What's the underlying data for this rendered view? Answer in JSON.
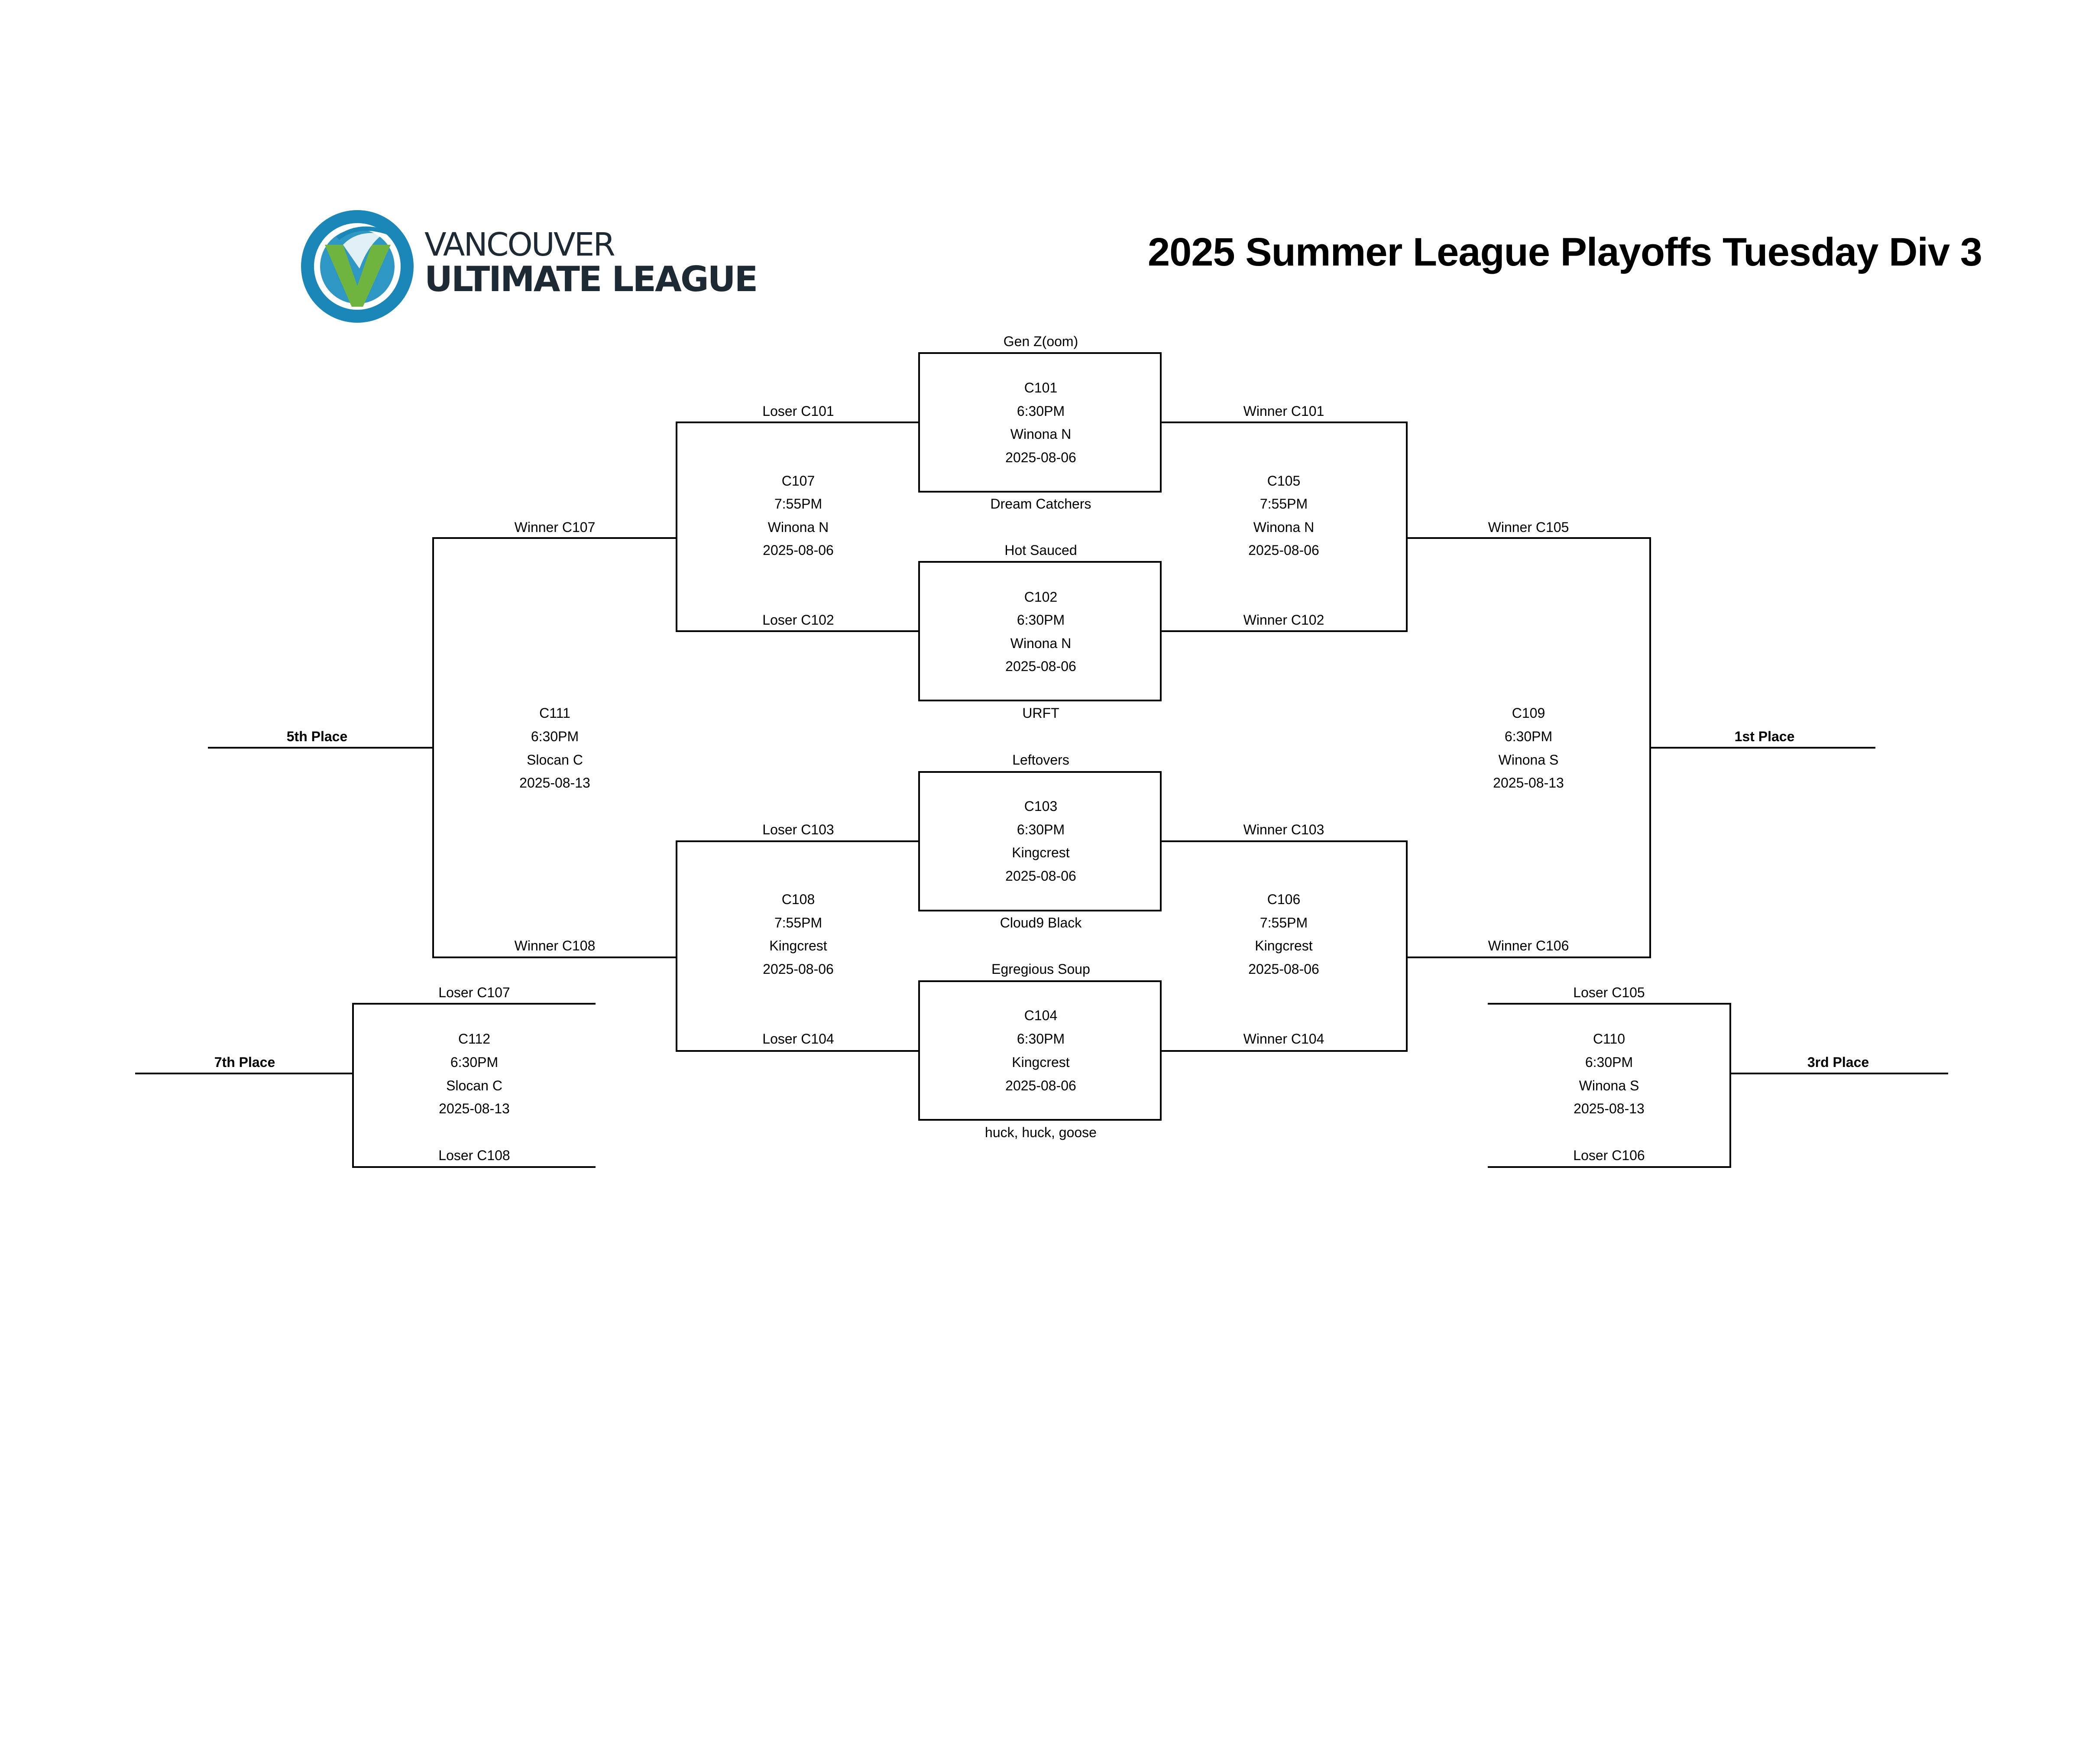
{
  "header": {
    "title": "2025 Summer League Playoffs Tuesday Div 3"
  },
  "logo": {
    "line1": "VANCOUVER",
    "line2": "ULTIMATE LEAGUE",
    "icon": "league-logo-icon",
    "colors": {
      "blue": "#1b87b8",
      "green": "#6fb43f",
      "dark": "#1d2a33"
    }
  },
  "games": {
    "C101": {
      "code": "C101",
      "time": "6:30PM",
      "field": "Winona N",
      "date": "2025-08-06"
    },
    "C102": {
      "code": "C102",
      "time": "6:30PM",
      "field": "Winona N",
      "date": "2025-08-06"
    },
    "C103": {
      "code": "C103",
      "time": "6:30PM",
      "field": "Kingcrest",
      "date": "2025-08-06"
    },
    "C104": {
      "code": "C104",
      "time": "6:30PM",
      "field": "Kingcrest",
      "date": "2025-08-06"
    },
    "C105": {
      "code": "C105",
      "time": "7:55PM",
      "field": "Winona N",
      "date": "2025-08-06"
    },
    "C106": {
      "code": "C106",
      "time": "7:55PM",
      "field": "Kingcrest",
      "date": "2025-08-06"
    },
    "C107": {
      "code": "C107",
      "time": "7:55PM",
      "field": "Winona N",
      "date": "2025-08-06"
    },
    "C108": {
      "code": "C108",
      "time": "7:55PM",
      "field": "Kingcrest",
      "date": "2025-08-06"
    },
    "C109": {
      "code": "C109",
      "time": "6:30PM",
      "field": "Winona S",
      "date": "2025-08-13"
    },
    "C110": {
      "code": "C110",
      "time": "6:30PM",
      "field": "Winona S",
      "date": "2025-08-13"
    },
    "C111": {
      "code": "C111",
      "time": "6:30PM",
      "field": "Slocan C",
      "date": "2025-08-13"
    },
    "C112": {
      "code": "C112",
      "time": "6:30PM",
      "field": "Slocan C",
      "date": "2025-08-13"
    }
  },
  "teams": {
    "c101_top": "Gen Z(oom)",
    "c101_bottom": "Dream Catchers",
    "c102_top": "Hot Sauced",
    "c102_bottom": "URFT",
    "c103_top": "Leftovers",
    "c103_bottom": "Cloud9 Black",
    "c104_top": "Egregious Soup",
    "c104_bottom": "huck, huck, goose"
  },
  "slots": {
    "loser_c101": "Loser C101",
    "loser_c102": "Loser C102",
    "loser_c103": "Loser C103",
    "loser_c104": "Loser C104",
    "winner_c101": "Winner C101",
    "winner_c102": "Winner C102",
    "winner_c103": "Winner C103",
    "winner_c104": "Winner C104",
    "winner_c105": "Winner C105",
    "winner_c106": "Winner C106",
    "winner_c107": "Winner C107",
    "winner_c108": "Winner C108",
    "loser_c105": "Loser C105",
    "loser_c106": "Loser C106",
    "loser_c107": "Loser C107",
    "loser_c108": "Loser C108"
  },
  "places": {
    "first": "1st Place",
    "third": "3rd Place",
    "fifth": "5th Place",
    "seventh": "7th Place"
  }
}
